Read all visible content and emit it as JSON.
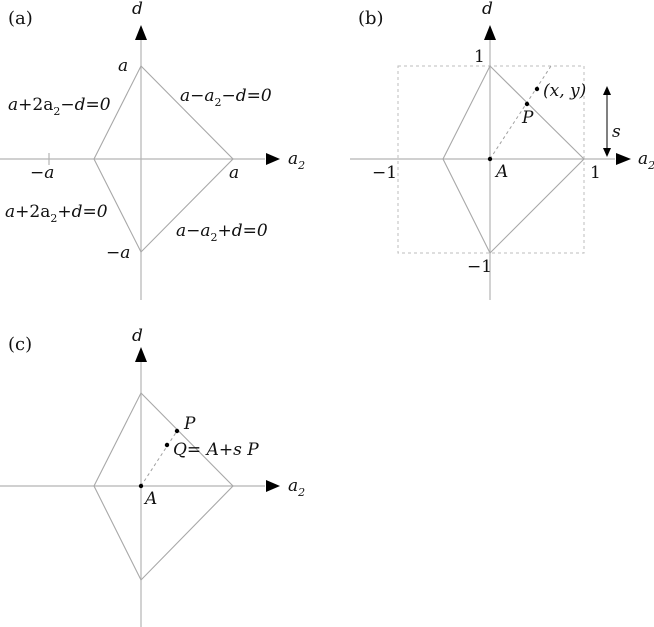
{
  "panel_a": {
    "tag": "(a)",
    "axis_x": "a",
    "axis_x_sub": "2",
    "axis_y": "d",
    "tick_top": "a",
    "tick_bottom": "−a",
    "tick_left": "−a",
    "tick_right": "a",
    "eq_top_left": {
      "p1": "a",
      "p2": "+2a",
      "p3": "2",
      "p4": "−d=0"
    },
    "eq_top_right": {
      "p1": "a−a",
      "p2": "2",
      "p3": "−d=0"
    },
    "eq_bottom_left": {
      "p1": "a",
      "p2": "+2a",
      "p3": "2",
      "p4": "+d=0"
    },
    "eq_bottom_right": {
      "p1": "a−a",
      "p2": "2",
      "p3": "+d=0"
    }
  },
  "panel_b": {
    "tag": "(b)",
    "axis_x": "a",
    "axis_x_sub": "2",
    "axis_y": "d",
    "tick_top": "1",
    "tick_bottom": "−1",
    "tick_left": "−1",
    "tick_right": "1",
    "point_xy": "(x, y)",
    "point_p": "P",
    "point_a": "A",
    "scale_s": "s"
  },
  "panel_c": {
    "tag": "(c)",
    "axis_x": "a",
    "axis_x_sub": "2",
    "axis_y": "d",
    "point_p": "P",
    "point_q": "Q= A+s P",
    "point_a": "A"
  }
}
